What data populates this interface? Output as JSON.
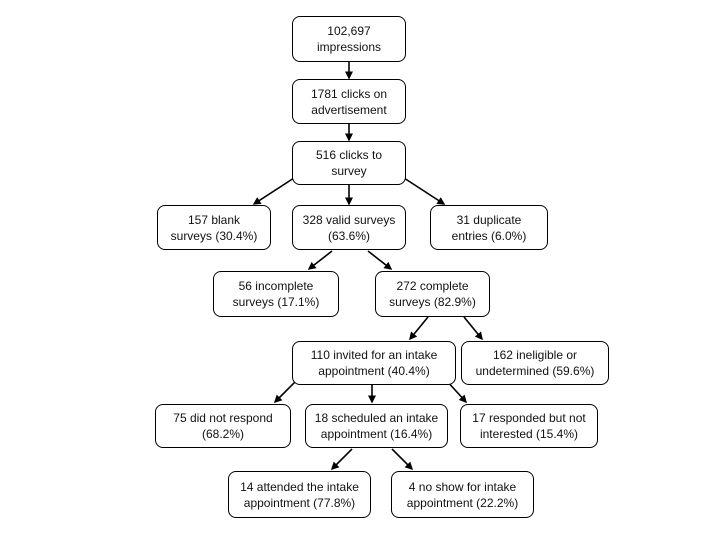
{
  "nodes": {
    "impressions": "102,697\nimpressions",
    "clicks_ad": "1781 clicks on\nadvertisement",
    "clicks_survey": "516 clicks to\nsurvey",
    "blank": "157 blank\nsurveys (30.4%)",
    "valid": "328 valid surveys\n(63.6%)",
    "duplicate": "31 duplicate\nentries (6.0%)",
    "incomplete": "56 incomplete\nsurveys (17.1%)",
    "complete": "272 complete\nsurveys (82.9%)",
    "invited": "110 invited for an intake\nappointment (40.4%)",
    "ineligible": "162 ineligible or\nundetermined (59.6%)",
    "no_response": "75 did not respond\n(68.2%)",
    "scheduled": "18 scheduled an intake\nappointment (16.4%)",
    "not_interested": "17 responded but not\ninterested (15.4%)",
    "attended": "14 attended the intake\nappointment (77.8%)",
    "no_show": "4 no show for intake\nappointment (22.2%)"
  }
}
